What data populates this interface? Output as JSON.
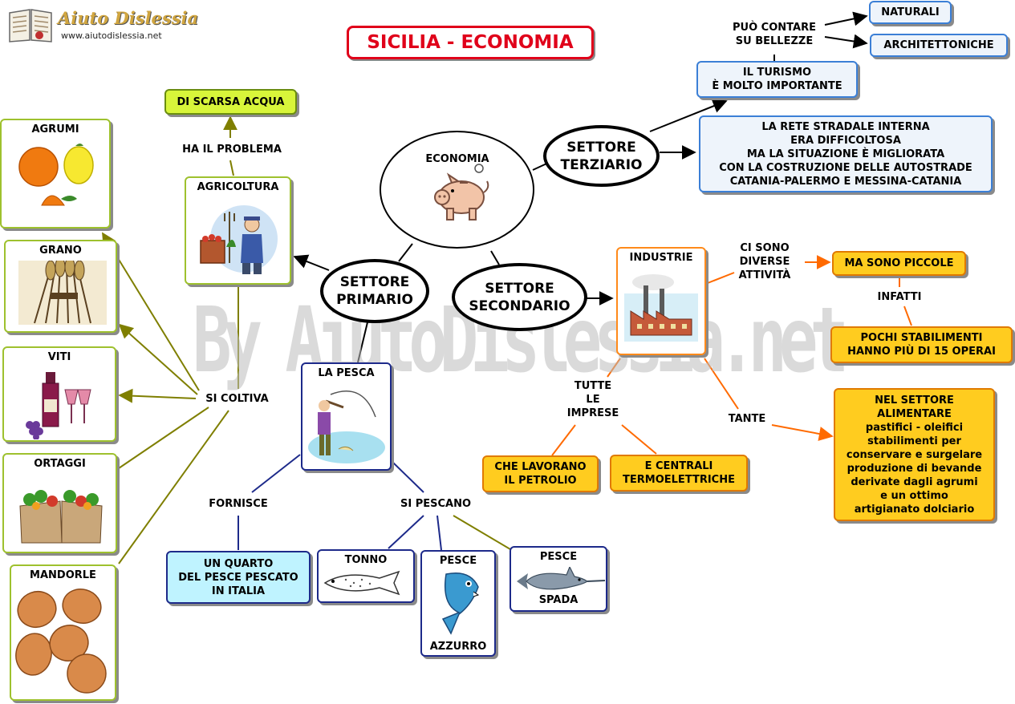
{
  "logo": {
    "name": "Aiuto Dislessia",
    "url": "www.aiutodislessia.net"
  },
  "title": "SICILIA - ECONOMIA",
  "watermark": "By AiutoDislessia.net",
  "center": {
    "label": "ECONOMIA",
    "icon": "piggy-bank-icon"
  },
  "sectors": {
    "primario": "SETTORE\nPRIMARIO",
    "secondario": "SETTORE\nSECONDARIO",
    "terziario": "SETTORE\nTERZIARIO"
  },
  "primario": {
    "agricoltura": "AGRICOLTURA",
    "ha_il_problema": "HA IL PROBLEMA",
    "di_scarsa_acqua": "DI SCARSA ACQUA",
    "si_coltiva": "SI COLTIVA",
    "crops": [
      "AGRUMI",
      "GRANO",
      "VITI",
      "ORTAGGI",
      "MANDORLE"
    ],
    "la_pesca": "LA PESCA",
    "fornisce": "FORNISCE",
    "quarto": "UN QUARTO\nDEL PESCE PESCATO\nIN ITALIA",
    "si_pescano": "SI PESCANO",
    "tonno": "TONNO",
    "pesce_azzurro_top": "PESCE",
    "pesce_azzurro_bottom": "AZZURRO",
    "pesce_spada_top": "PESCE",
    "pesce_spada_bottom": "SPADA"
  },
  "secondario": {
    "industrie": "INDUSTRIE",
    "ci_sono": "CI SONO\nDIVERSE\nATTIVITÀ",
    "ma_piccole": "MA SONO PICCOLE",
    "infatti": "INFATTI",
    "pochi": "POCHI STABILIMENTI\nHANNO PIÙ DI 15 OPERAI",
    "tutte": "TUTTE\nLE\nIMPRESE",
    "petrolio": "CHE LAVORANO\nIL PETROLIO",
    "centrali": "E  CENTRALI\nTERMOELETTRICHE",
    "tante": "TANTE",
    "alimentare": "NEL SETTORE\nALIMENTARE\npastifici - oleifici\nstabilimenti per\nconservare e surgelare\nproduzione di bevande\nderivate dagli agrumi\ne un ottimo\nartigianato dolciario"
  },
  "terziario": {
    "turismo": "IL TURISMO\nÈ MOLTO IMPORTANTE",
    "puo_contare": "PUÒ CONTARE\nSU BELLEZZE",
    "naturali": "NATURALI",
    "architettoniche": "ARCHITETTONICHE",
    "rete": "LA RETE STRADALE INTERNA\nERA DIFFICOLTOSA\nMA LA SITUAZIONE È MIGLIORATA\nCON LA COSTRUZIONE DELLE AUTOSTRADE\nCATANIA-PALERMO E MESSINA-CATANIA"
  },
  "colors": {
    "title": "#e0001a",
    "olive_line": "#7f7f00",
    "navy_line": "#1d2a8a",
    "orange_line": "#ff6a00",
    "orange_box": "#ffcc1f",
    "green_border": "#9ec12e"
  }
}
